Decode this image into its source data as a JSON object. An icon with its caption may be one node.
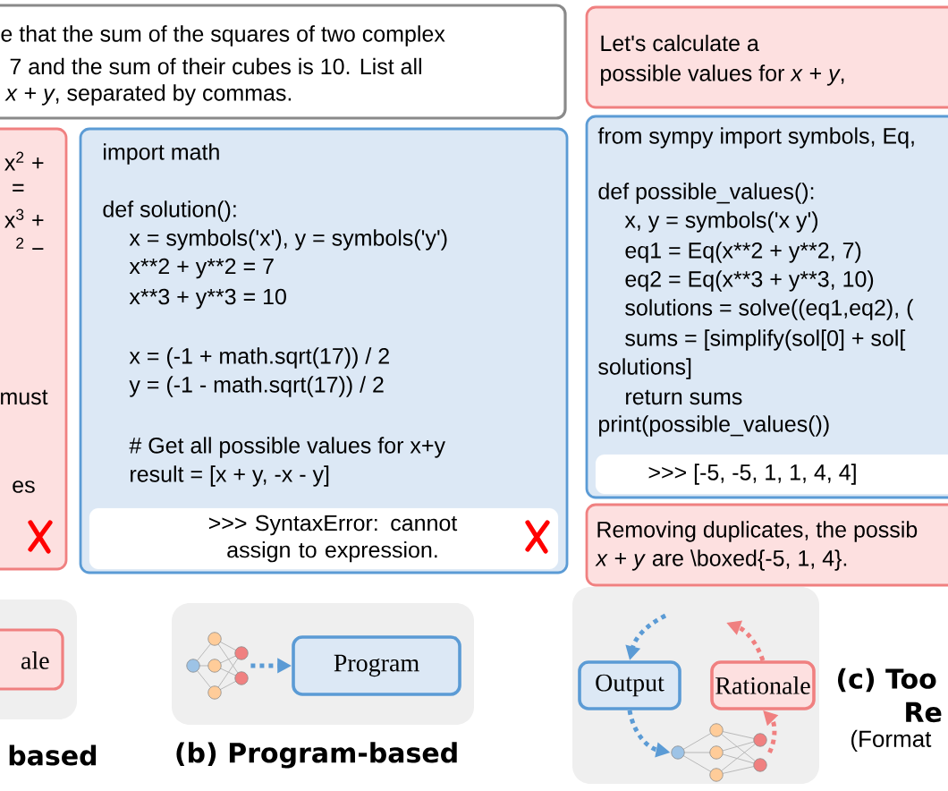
{
  "diagram": {
    "nodes": [
      {
        "text": [
          "e that the sum of the squares of two complex",
          "7 and the sum of their cubes is 10. List all",
          "*x* + *y*, separated by commas."
        ]
      },
      {
        "text": [
          "Let's calculate a",
          "possible values for *x* + *y*,"
        ]
      },
      {
        "text": [
          "x$^{2}$ +",
          "=",
          "x$^{3}$ +",
          "$^{2}$ −",
          "must",
          "es"
        ]
      },
      {
        "text": [
          "import math",
          "def solution():",
          "x = symbols('x'), y = symbols('y')",
          "x**2 + y**2 = 7",
          "x**3 + y**3 = 10",
          "x = (-1 + math.sqrt(17)) / 2",
          "y = (-1 - math.sqrt(17)) / 2",
          "# Get all possible values for x+y",
          "result = [x + y, -x - y]"
        ]
      },
      {
        "text": [
          ">>> SyntaxError: cannot assign to expression."
        ],
        "in": 3
      },
      {
        "text": [
          "from sympy import symbols, Eq,",
          "def possible_values():",
          "x, y = symbols('x y')",
          "eq1 = Eq(x**2 + y**2, 7)",
          "eq2 = Eq(x**3 + y**3, 10)",
          "solutions = solve((eq1,eq2), (",
          "sums = [simplify(sol[0] + sol[",
          "solutions]",
          "return sums",
          "print(possible_values())"
        ]
      },
      {
        "text": [
          ">>> [-5, -5, 1, 1, 4, 4]"
        ],
        "in": 5
      },
      {
        "text": [
          "Removing duplicates, the possib",
          "*x* + *y* are \\boxed{-5, 1, 4}."
        ]
      },
      {
        "text": [
          "ale"
        ]
      },
      {
        "text": [],
        "shape": "picture"
      },
      {
        "text": [
          "Program"
        ]
      },
      {
        "text": [
          "Output"
        ]
      },
      {
        "text": [
          "Rationale"
        ]
      },
      {
        "text": [],
        "shape": "picture"
      }
    ],
    "edges": [
      {
        "from": 9,
        "to": 10,
        "arrow": "to",
        "style": "dashed",
        "color": "#5b9bd5"
      },
      {
        "from": 13,
        "to": 12,
        "arrow": "to",
        "style": "dashed",
        "color": "#f08080"
      },
      {
        "from": 12,
        "to": null,
        "arrow": "to",
        "style": "dashed",
        "color": "#f08080"
      },
      {
        "from": null,
        "to": 11,
        "arrow": "to",
        "style": "dashed",
        "color": "#5b9bd5"
      },
      {
        "from": 11,
        "to": 13,
        "arrow": "to",
        "style": "dashed",
        "color": "#5b9bd5"
      }
    ],
    "labels": [
      "based",
      "(b) Program-based",
      "(c) Too",
      "Re",
      "(Format"
    ]
  }
}
